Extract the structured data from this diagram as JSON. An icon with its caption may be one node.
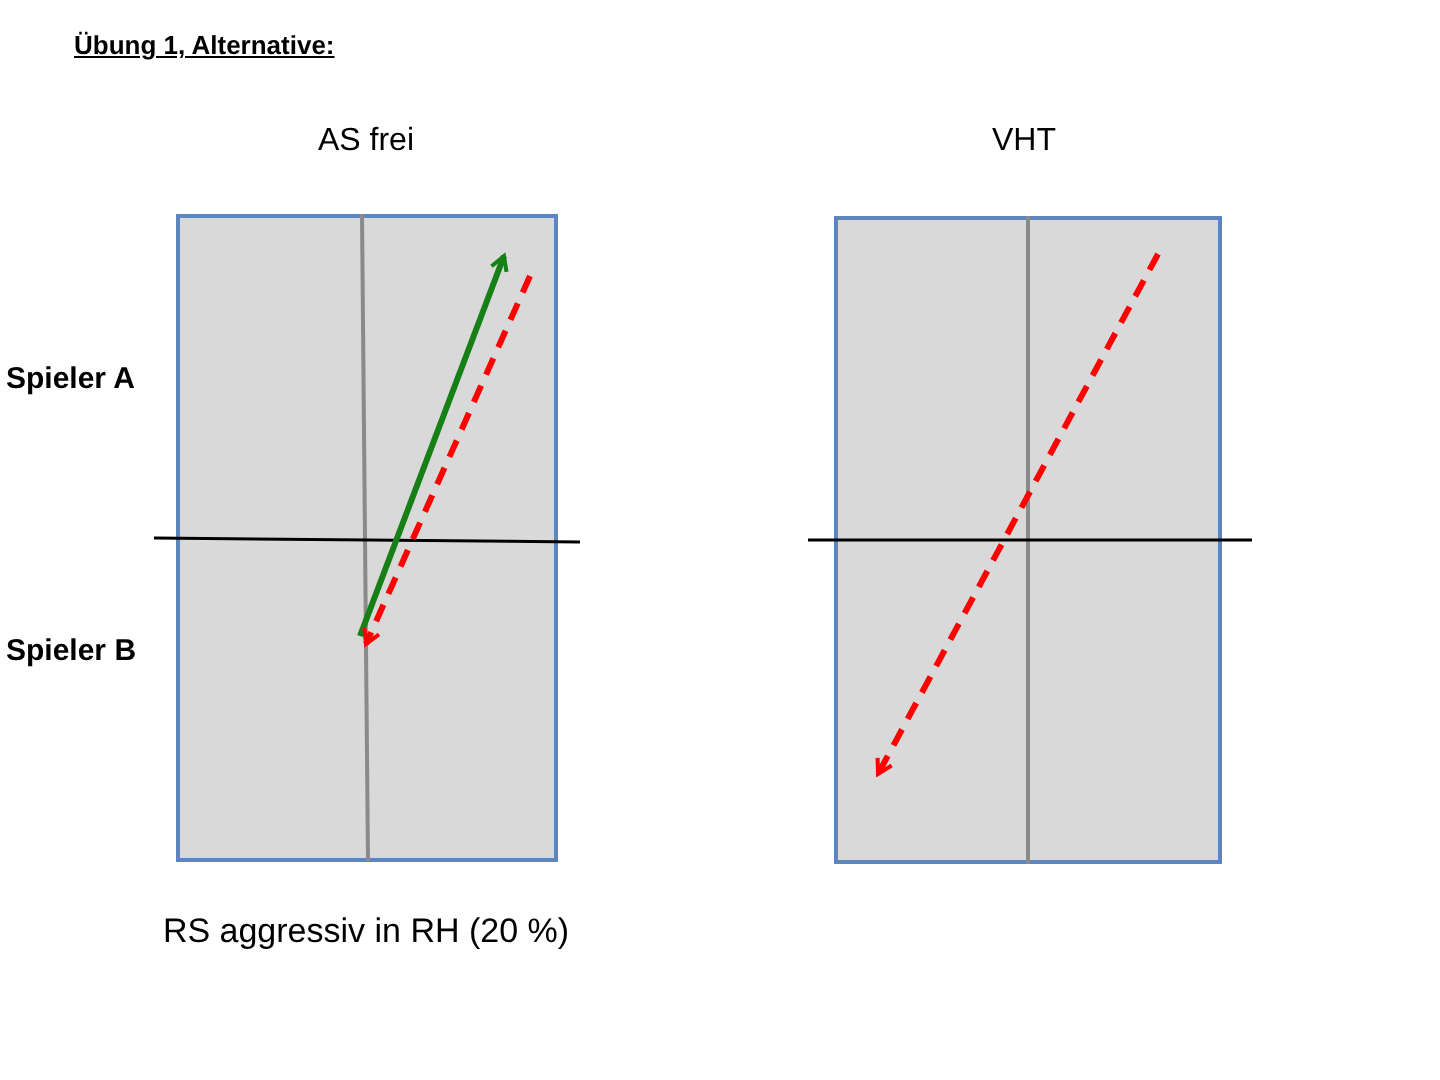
{
  "diagram": {
    "title": "Übung 1, Alternative:",
    "nodes": [
      {
        "text": [
          "AS frei"
        ],
        "beside": [
          "RS aggressiv in RH (20 %)"
        ]
      },
      {
        "text": [
          "VHT"
        ]
      }
    ],
    "labels": [
      "Spieler A",
      "Spieler B"
    ]
  }
}
